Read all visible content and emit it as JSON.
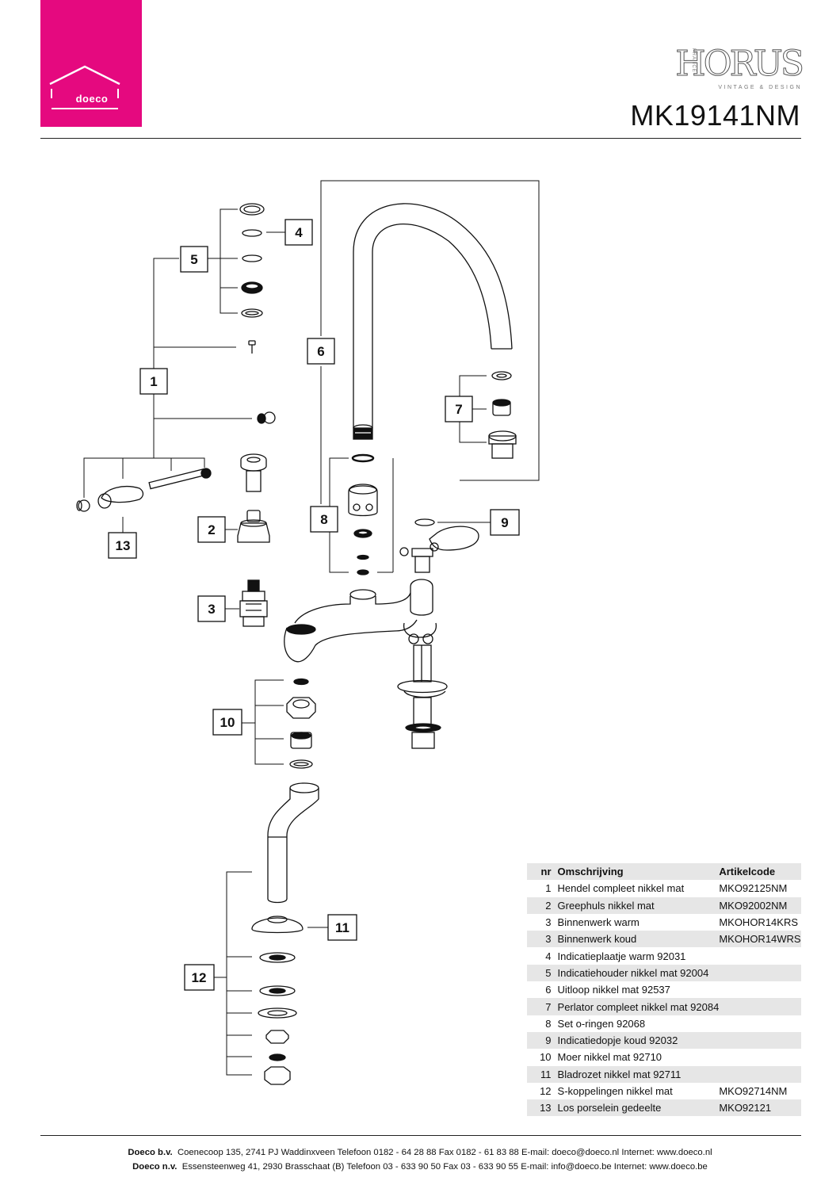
{
  "header": {
    "company_logo_text": "doeco",
    "brand_name": "HORUS",
    "brand_side_text": "FRANCE",
    "brand_tagline": "VINTAGE & DESIGN",
    "model": "MK19141NM"
  },
  "callouts": [
    "1",
    "2",
    "3",
    "4",
    "5",
    "6",
    "7",
    "8",
    "9",
    "10",
    "11",
    "12",
    "13"
  ],
  "table": {
    "headers": {
      "nr": "nr",
      "desc": "Omschrijving",
      "code": "Artikelcode"
    },
    "rows": [
      {
        "nr": "1",
        "desc": "Hendel compleet nikkel mat",
        "code": "MKO92125NM"
      },
      {
        "nr": "2",
        "desc": "Greephuls nikkel mat",
        "code": "MKO92002NM"
      },
      {
        "nr": "3",
        "desc": "Binnenwerk warm",
        "code": "MKOHOR14KRS"
      },
      {
        "nr": "3",
        "desc": "Binnenwerk koud",
        "code": "MKOHOR14WRS"
      },
      {
        "nr": "4",
        "desc": "Indicatieplaatje warm 92031",
        "code": ""
      },
      {
        "nr": "5",
        "desc": "Indicatiehouder nikkel mat 92004",
        "code": ""
      },
      {
        "nr": "6",
        "desc": "Uitloop nikkel mat 92537",
        "code": ""
      },
      {
        "nr": "7",
        "desc": "Perlator compleet nikkel mat 92084",
        "code": ""
      },
      {
        "nr": "8",
        "desc": "Set o-ringen 92068",
        "code": ""
      },
      {
        "nr": "9",
        "desc": "Indicatiedopje koud 92032",
        "code": ""
      },
      {
        "nr": "10",
        "desc": "Moer nikkel mat 92710",
        "code": ""
      },
      {
        "nr": "11",
        "desc": "Bladrozet nikkel mat 92711",
        "code": ""
      },
      {
        "nr": "12",
        "desc": "S-koppelingen nikkel mat",
        "code": "MKO92714NM"
      },
      {
        "nr": "13",
        "desc": "Los porselein gedeelte",
        "code": "MKO92121"
      }
    ]
  },
  "footer": {
    "line1_company": "Doeco b.v.",
    "line1_text": "Coenecoop 135,   2741 PJ Waddinxveen   Telefoon 0182 - 64 28 88   Fax 0182 - 61 83 88   E-mail: doeco@doeco.nl   Internet: www.doeco.nl",
    "line2_company": "Doeco n.v.",
    "line2_text": "Essensteenweg 41, 2930  Brasschaat (B)  Telefoon 03 - 633 90 50  Fax 03 - 633 90 55  E-mail: info@doeco.be  Internet: www.doeco.be"
  },
  "colors": {
    "brand_pink": "#e5097f",
    "row_shade": "#e6e6e6",
    "line": "#222222"
  }
}
